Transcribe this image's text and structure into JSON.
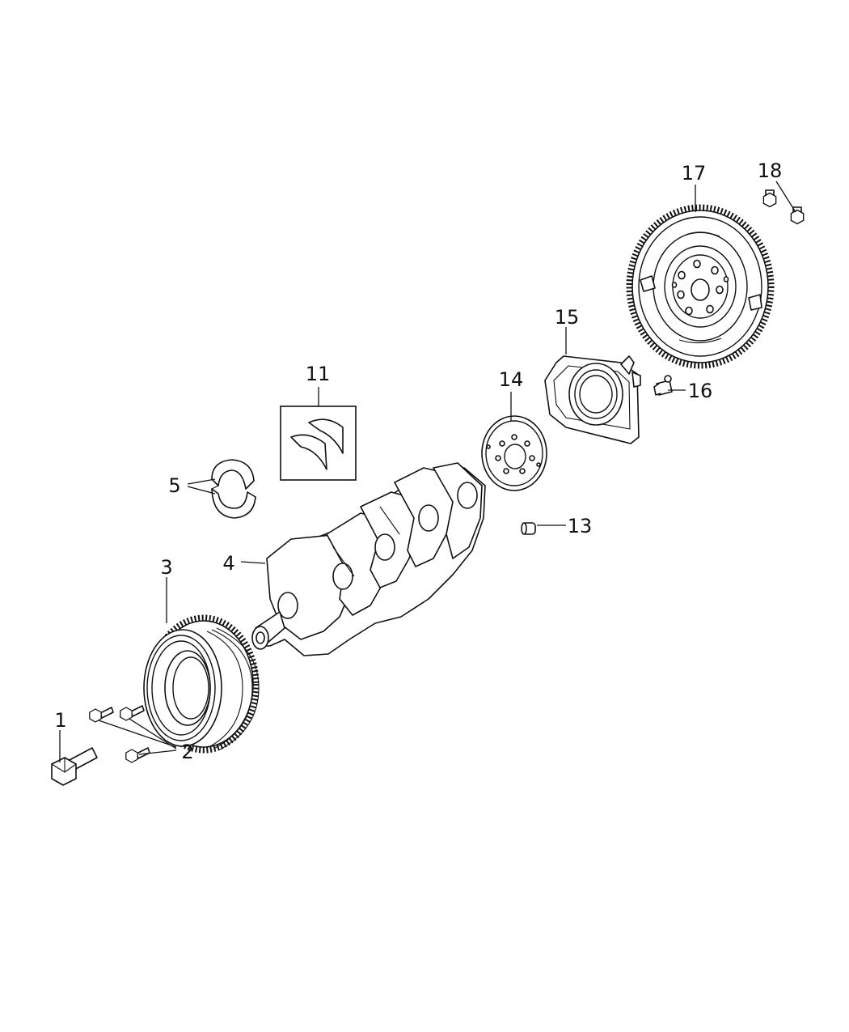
{
  "diagram": {
    "colors": {
      "line": "#111111",
      "background": "#ffffff"
    },
    "callouts": [
      {
        "id": "1",
        "label": "1"
      },
      {
        "id": "2",
        "label": "2"
      },
      {
        "id": "3",
        "label": "3"
      },
      {
        "id": "4",
        "label": "4"
      },
      {
        "id": "5",
        "label": "5"
      },
      {
        "id": "11",
        "label": "11"
      },
      {
        "id": "13",
        "label": "13"
      },
      {
        "id": "14",
        "label": "14"
      },
      {
        "id": "15",
        "label": "15"
      },
      {
        "id": "16",
        "label": "16"
      },
      {
        "id": "17",
        "label": "17"
      },
      {
        "id": "18",
        "label": "18"
      }
    ]
  }
}
